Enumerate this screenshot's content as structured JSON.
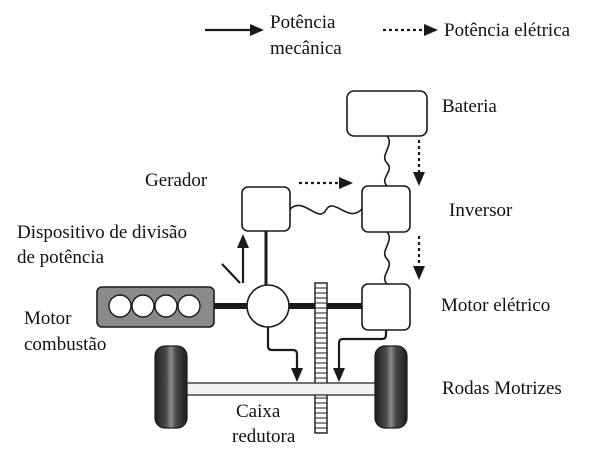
{
  "legend": {
    "mechanical_line1": "Potência",
    "mechanical_line2": "mecânica",
    "electrical": "Potência elétrica"
  },
  "labels": {
    "battery": "Bateria",
    "generator": "Gerador",
    "inverter": "Inversor",
    "split_device_line1": "Dispositivo de divisão",
    "split_device_line2": "de potência",
    "electric_motor": "Motor elétrico",
    "combustion_motor_line1": "Motor",
    "combustion_motor_line2": "combustão",
    "drive_wheels": "Rodas Motrizes",
    "reduction_box_line1": "Caixa",
    "reduction_box_line2": "redutora"
  },
  "colors": {
    "line": "#1a1a1a",
    "engine_fill": "#8a8a8a",
    "tire": "#333333",
    "axle": "#f2f2f2"
  }
}
